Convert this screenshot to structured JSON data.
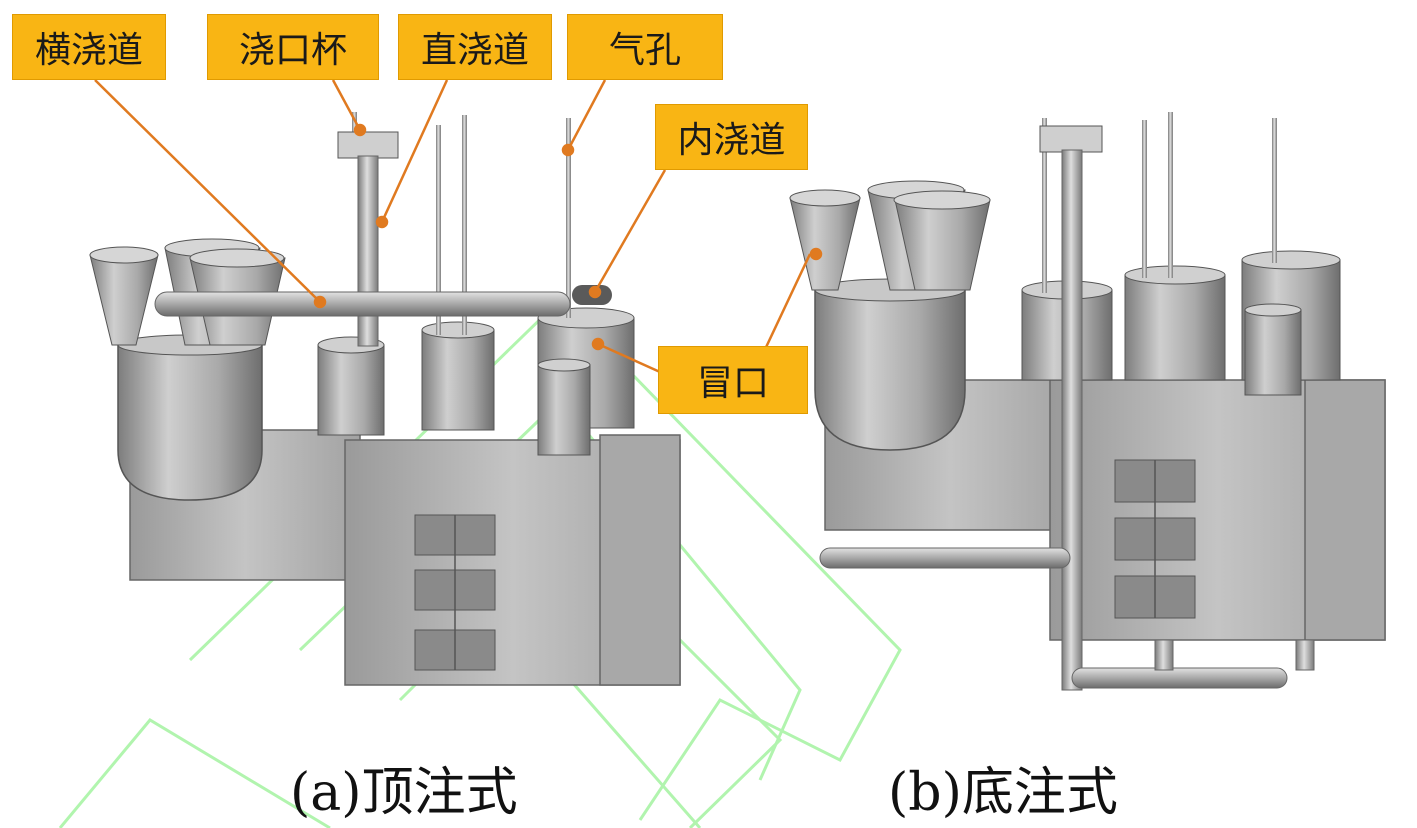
{
  "labels": {
    "runner": "横浇道",
    "pouring_cup": "浇口杯",
    "sprue": "直浇道",
    "vent": "气孔",
    "ingate": "内浇道",
    "riser": "冒口"
  },
  "captions": {
    "a": "(a)顶注式",
    "b": "(b)底注式"
  },
  "colors": {
    "label_fill": "#f9b514",
    "leader_line": "#e07a20",
    "casting_grey": "#b5b5b5",
    "watermark": "#9ef29a"
  }
}
